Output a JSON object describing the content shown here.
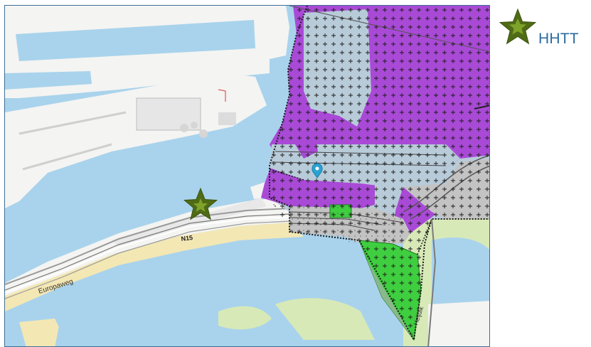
{
  "map": {
    "road_label_n15": "N15",
    "road_label_europaweg": "Europaweg",
    "road_label_vertical": "Heijdik",
    "marker_name": "location-pin"
  },
  "legend": {
    "label": "HHTT",
    "star_color": "#4f6b16"
  },
  "colors": {
    "water": "#a9d3ec",
    "land": "#f4f4f2",
    "sand": "#f3e7b4",
    "purple_zone": "#a94ad6",
    "grey_zone": "#c3c3c3",
    "blue_grey_zone": "#b8cbd9",
    "green_zone": "#3fce3f",
    "vegetation": "#d8e9b8"
  }
}
